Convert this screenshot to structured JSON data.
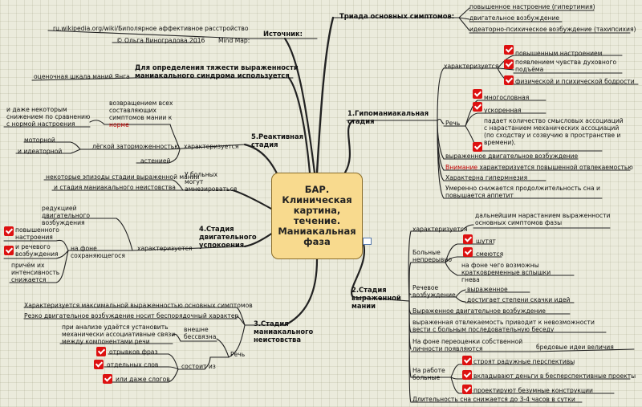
{
  "source": {
    "label": "Источник:",
    "url": "ru.wikipedia.org/wiki/Биполярное аффективное расстройство",
    "author": "© Ольга Виноградова 2016",
    "mindmap": "Mind Map:"
  },
  "center": {
    "title": "БАР.\nКлиническая\nкартина,\nтечение.\nМаниакальная\nфаза"
  },
  "triad": {
    "title": "Триада основных симптомов:",
    "items": [
      "повышенное настроение (гипертимия)",
      "двигательное возбуждение",
      "идеаторно-психическое возбуждение (тахипсихия)"
    ]
  },
  "severity": {
    "title": "Для определения тяжести выраженности маниакального синдрома используется",
    "item": "оценочная шкала маний Янга"
  },
  "reactive": {
    "title": "5.Реактивная стадия",
    "characterized": "характеризуется",
    "ret_text": "возвращением всех составляющих симптомов мании к",
    "norm": "норме",
    "lowered": "и даже некоторым снижением по сравнению с нормой настроения",
    "light": "лёгкой заторможенностью",
    "motor": "моторной",
    "ideator": "и идеаторной",
    "asthenia": "астенией",
    "patients": "У больных могут амнезироваться",
    "episodes": "некоторые эпизоды стадии выраженной мании",
    "frenzy_stage": "и стадия маниакального неистовства"
  },
  "hypomanic": {
    "title": "1.Гипоманиакальная стадия",
    "characterized": "характеризуется",
    "items": [
      "повышенным настроением",
      "появлением чувства духовного подъёма",
      "физической и психической бодрости"
    ],
    "speech": "Речь",
    "speech_items": [
      "многословная",
      "ускоренная",
      "падает количество смысловых ассоциаций с нарастанием механических ассоциаций (по сходству и созвучию в пространстве и времени)."
    ],
    "motor": "выраженное двигательное возбуждение",
    "attention_red": "Внимание",
    "attention_rest": " характеризуется повышенной отвлекаемостью",
    "hypermnesia": "Характерна гипермнезия",
    "sleep": "Умеренно снижается продолжительность сна и повышается аппетит"
  },
  "motor_calm": {
    "title": "4.Стадия двигательного успокоения",
    "characterized": "характеризуется",
    "reduction": "редукцией двигательного возбуждения",
    "background": "на фоне сохраняющегося",
    "elevated": "повышенного настроения",
    "speech_exc": "и речевого возбуждения",
    "decrease": "причём их интенсивность снижается"
  },
  "severe": {
    "title": "2.Стадия выраженной мании",
    "characterized": "характеризуется",
    "further": "дальнейшим нарастанием выраженности основных симптомов фазы",
    "constantly": "Больные непрерывно",
    "jokes": "шутят",
    "laugh": "смеются",
    "anger": "на фоне чего возможны кратковременные вспышки гнева",
    "speech_exc": "Речевое возбуждение",
    "speech_items": [
      "выраженное",
      "достигает степени скачки идей"
    ],
    "motor": "Выраженное двигательное возбуждение",
    "distract": "выраженная отвлекаемость приводит к невозможности вести с больным последовательную беседу",
    "overestimate": "На фоне переоценки собственной личности появляются",
    "grandeur": "бредовые идеи величия",
    "work": "На работе больные",
    "work_items": [
      "строят радужные перспективы",
      "вкладывают деньги в бесперспективные проекты",
      "проектируют безумные конструкции"
    ],
    "sleep": "Длительность сна снижается до 3-4 часов в сутки"
  },
  "frenzy": {
    "title": "3.Стадия маниакального неистовства",
    "max": "Характеризуется максимальной выраженностью основных симптомов",
    "chaotic": "Резко двигательное возбуждение носит беспорядочный характер",
    "analysis": "при анализе удаётся установить механически ассоциативные связи между компонентами речи",
    "external": "внешне бессвязна",
    "speech": "Речь",
    "consists": "состоит из",
    "consists_items": [
      "отрывков фраз",
      "отдельных слов",
      "или даже слогов"
    ]
  }
}
